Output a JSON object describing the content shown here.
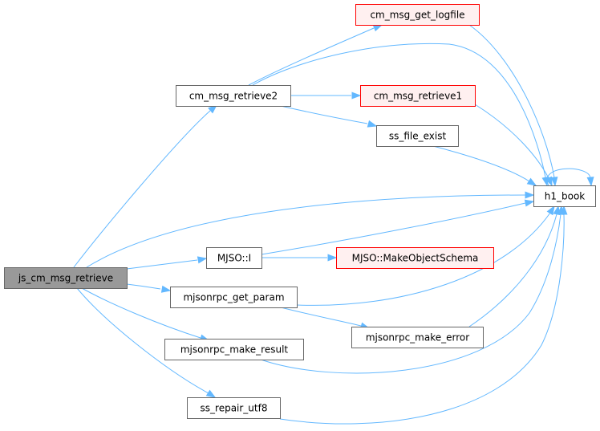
{
  "diagram": {
    "type": "call-graph",
    "colors": {
      "edge": "#63b8ff",
      "node_border_default": "#666666",
      "node_fill_default": "#ffffff",
      "node_border_external": "#ff0000",
      "node_fill_external": "#fff0f0",
      "node_border_root": "#666666",
      "node_fill_root": "#999999"
    },
    "nodes": [
      {
        "id": "js_cm_msg_retrieve",
        "label": "js_cm_msg_retrieve",
        "style": "root"
      },
      {
        "id": "cm_msg_retrieve2",
        "label": "cm_msg_retrieve2",
        "style": "default"
      },
      {
        "id": "cm_msg_get_logfile",
        "label": "cm_msg_get_logfile",
        "style": "external"
      },
      {
        "id": "cm_msg_retrieve1",
        "label": "cm_msg_retrieve1",
        "style": "external"
      },
      {
        "id": "ss_file_exist",
        "label": "ss_file_exist",
        "style": "default"
      },
      {
        "id": "h1_book",
        "label": "h1_book",
        "style": "default"
      },
      {
        "id": "mjso_i",
        "label": "MJSO::I",
        "style": "default"
      },
      {
        "id": "mjso_make_object_schema",
        "label": "MJSO::MakeObjectSchema",
        "style": "external"
      },
      {
        "id": "mjsonrpc_get_param",
        "label": "mjsonrpc_get_param",
        "style": "default"
      },
      {
        "id": "mjsonrpc_make_error",
        "label": "mjsonrpc_make_error",
        "style": "default"
      },
      {
        "id": "mjsonrpc_make_result",
        "label": "mjsonrpc_make_result",
        "style": "default"
      },
      {
        "id": "ss_repair_utf8",
        "label": "ss_repair_utf8",
        "style": "default"
      }
    ],
    "edges": [
      {
        "from": "js_cm_msg_retrieve",
        "to": "cm_msg_retrieve2"
      },
      {
        "from": "js_cm_msg_retrieve",
        "to": "h1_book"
      },
      {
        "from": "js_cm_msg_retrieve",
        "to": "mjso_i"
      },
      {
        "from": "js_cm_msg_retrieve",
        "to": "mjsonrpc_get_param"
      },
      {
        "from": "js_cm_msg_retrieve",
        "to": "mjsonrpc_make_result"
      },
      {
        "from": "js_cm_msg_retrieve",
        "to": "ss_repair_utf8"
      },
      {
        "from": "cm_msg_retrieve2",
        "to": "cm_msg_get_logfile"
      },
      {
        "from": "cm_msg_retrieve2",
        "to": "h1_book"
      },
      {
        "from": "cm_msg_retrieve2",
        "to": "cm_msg_retrieve1"
      },
      {
        "from": "cm_msg_retrieve2",
        "to": "ss_file_exist"
      },
      {
        "from": "cm_msg_get_logfile",
        "to": "h1_book"
      },
      {
        "from": "cm_msg_retrieve1",
        "to": "h1_book"
      },
      {
        "from": "ss_file_exist",
        "to": "h1_book"
      },
      {
        "from": "h1_book",
        "to": "h1_book"
      },
      {
        "from": "mjso_i",
        "to": "h1_book"
      },
      {
        "from": "mjso_i",
        "to": "mjso_make_object_schema"
      },
      {
        "from": "mjsonrpc_get_param",
        "to": "h1_book"
      },
      {
        "from": "mjsonrpc_get_param",
        "to": "mjsonrpc_make_error"
      },
      {
        "from": "mjsonrpc_make_error",
        "to": "h1_book"
      },
      {
        "from": "mjsonrpc_make_result",
        "to": "h1_book"
      },
      {
        "from": "ss_repair_utf8",
        "to": "h1_book"
      }
    ]
  }
}
